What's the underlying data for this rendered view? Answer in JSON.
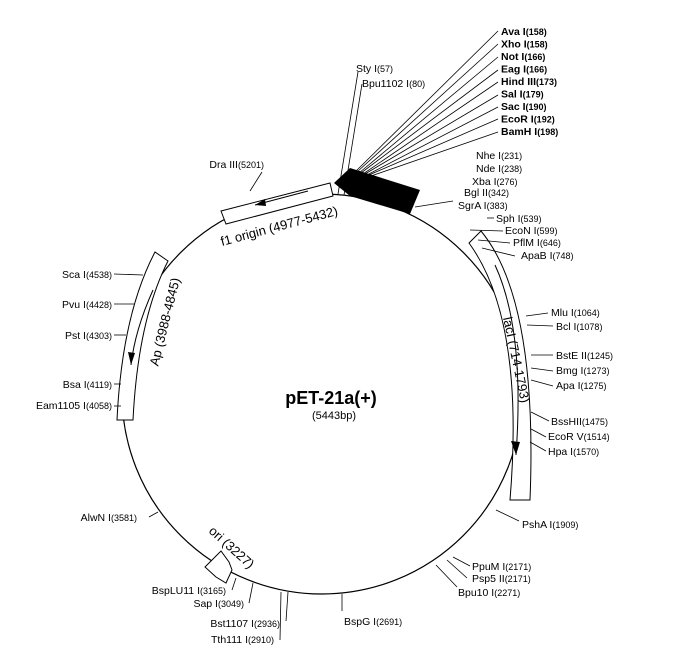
{
  "title": "pET-21a(+)",
  "size": "(5443bp)",
  "features": {
    "f1": "f1 origin (4977-5432)",
    "ap": "Ap (3988-4845)",
    "lacI": "lacI (714-1793)",
    "ori": "ori (3227)"
  },
  "mcs_sites": [
    {
      "name": "Ava I",
      "pos": "(158)"
    },
    {
      "name": "Xho I",
      "pos": "(158)"
    },
    {
      "name": "Not I",
      "pos": "(166)"
    },
    {
      "name": "Eag I",
      "pos": "(166)"
    },
    {
      "name": "Hind III",
      "pos": "(173)"
    },
    {
      "name": "Sal I",
      "pos": "(179)"
    },
    {
      "name": "Sac I",
      "pos": "(190)"
    },
    {
      "name": "EcoR I",
      "pos": "(192)"
    },
    {
      "name": "BamH I",
      "pos": "(198)"
    }
  ],
  "sites": [
    {
      "name": "Sty I",
      "pos": "(57)"
    },
    {
      "name": "Bpu1102 I",
      "pos": "(80)"
    },
    {
      "name": "Nhe I",
      "pos": "(231)"
    },
    {
      "name": "Nde I",
      "pos": "(238)"
    },
    {
      "name": "Xba I",
      "pos": "(276)"
    },
    {
      "name": "Bgl II",
      "pos": "(342)"
    },
    {
      "name": "SgrA I",
      "pos": "(383)"
    },
    {
      "name": "Sph I",
      "pos": "(539)"
    },
    {
      "name": "EcoN I",
      "pos": "(599)"
    },
    {
      "name": "PflM I",
      "pos": "(646)"
    },
    {
      "name": "ApaB I",
      "pos": "(748)"
    },
    {
      "name": "Mlu I",
      "pos": "(1064)"
    },
    {
      "name": "Bcl I",
      "pos": "(1078)"
    },
    {
      "name": "BstE II",
      "pos": "(1245)"
    },
    {
      "name": "Bmg I",
      "pos": "(1273)"
    },
    {
      "name": "Apa I",
      "pos": "(1275)"
    },
    {
      "name": "BssHII",
      "pos": "(1475)"
    },
    {
      "name": "EcoR V",
      "pos": "(1514)"
    },
    {
      "name": "Hpa I",
      "pos": "(1570)"
    },
    {
      "name": "PshA I",
      "pos": "(1909)"
    },
    {
      "name": "PpuM I",
      "pos": "(2171)"
    },
    {
      "name": "Psp5 II",
      "pos": "(2171)"
    },
    {
      "name": "Bpu10 I",
      "pos": "(2271)"
    },
    {
      "name": "BspG I",
      "pos": "(2691)"
    },
    {
      "name": "Tth111 I",
      "pos": "(2910)"
    },
    {
      "name": "Bst1107 I",
      "pos": "(2936)"
    },
    {
      "name": "Sap I",
      "pos": "(3049)"
    },
    {
      "name": "BspLU11 I",
      "pos": "(3165)"
    },
    {
      "name": "AlwN I",
      "pos": "(3581)"
    },
    {
      "name": "Eam1105 I",
      "pos": "(4058)"
    },
    {
      "name": "Bsa I",
      "pos": "(4119)"
    },
    {
      "name": "Pst I",
      "pos": "(4303)"
    },
    {
      "name": "Pvu I",
      "pos": "(4428)"
    },
    {
      "name": "Sca I",
      "pos": "(4538)"
    },
    {
      "name": "Dra III",
      "pos": "(5201)"
    }
  ]
}
